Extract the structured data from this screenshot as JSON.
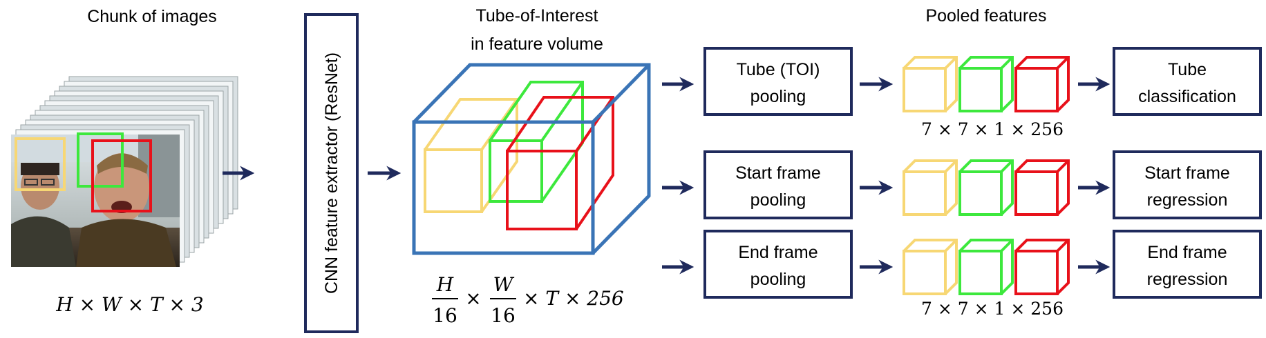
{
  "input": {
    "title": "Chunk of images",
    "dims": "H × W × T × 3"
  },
  "extractor": {
    "label": "CNN feature extractor (ResNet)"
  },
  "volume": {
    "title_line1": "Tube-of-Interest",
    "title_line2": "in feature volume",
    "frac1_num": "H",
    "frac1_den": "16",
    "frac2_num": "W",
    "frac2_den": "16",
    "dims_tail": "× T × 256",
    "times": "×"
  },
  "pooled": {
    "title": "Pooled features",
    "dims_top": "7 × 7 × 1 × 256",
    "dims_bottom": "7 × 7 × 1 × 256"
  },
  "branches": [
    {
      "pool_line1": "Tube (TOI)",
      "pool_line2": "pooling",
      "out_line1": "Tube",
      "out_line2": "classification"
    },
    {
      "pool_line1": "Start frame",
      "pool_line2": "pooling",
      "out_line1": "Start frame",
      "out_line2": "regression"
    },
    {
      "pool_line1": "End frame",
      "pool_line2": "pooling",
      "out_line1": "End frame",
      "out_line2": "regression"
    }
  ],
  "colors": {
    "box_border": "#1f2a5c",
    "arrow": "#1f2a5c",
    "volume": "#3a74b6",
    "yellow": "#f7d774",
    "green": "#3de83d",
    "red": "#e8111a"
  }
}
